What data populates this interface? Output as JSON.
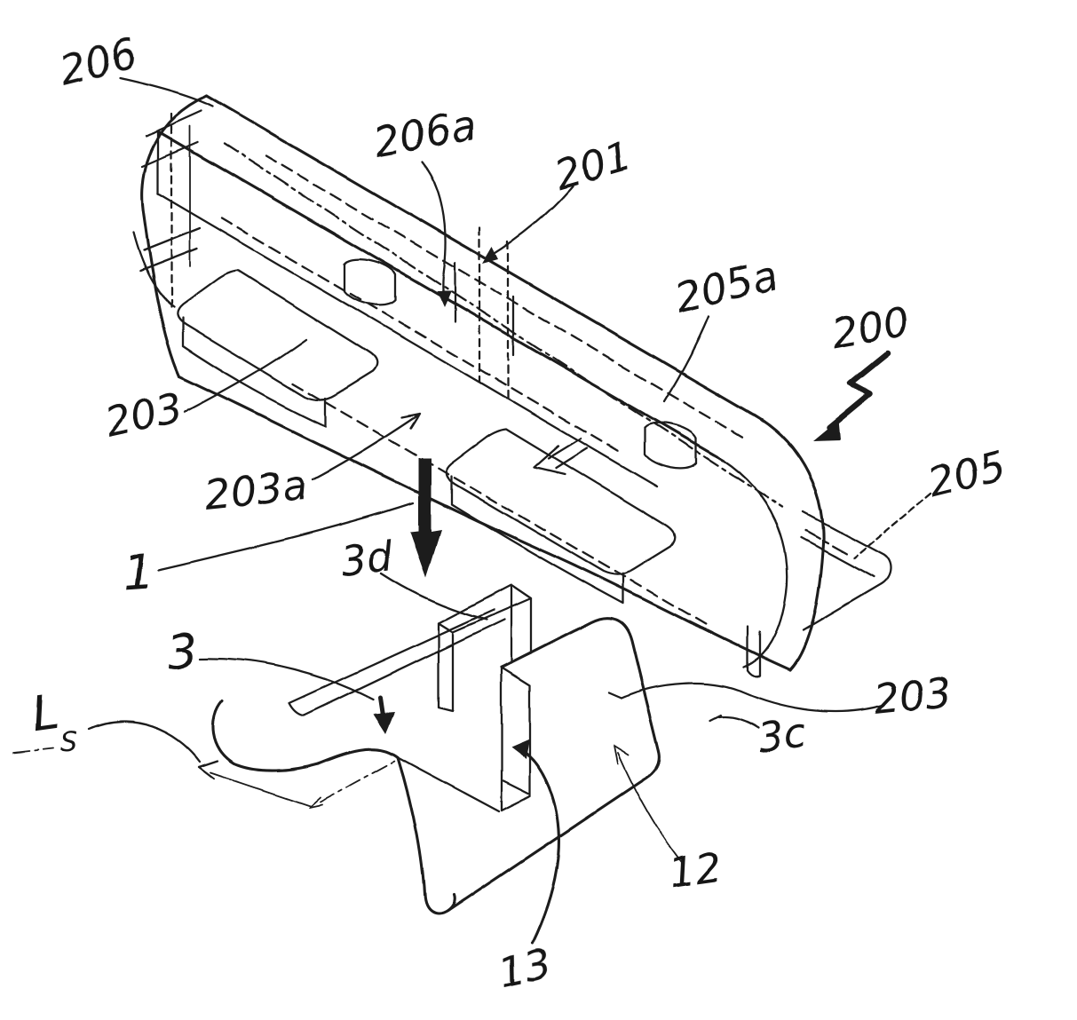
{
  "figure": {
    "background": "#ffffff",
    "ink_color": "#1b1b1b"
  },
  "axis_label": {
    "main": "L",
    "sub": "S"
  },
  "labels": [
    {
      "id": "206",
      "text": "206"
    },
    {
      "id": "206a",
      "text": "206a"
    },
    {
      "id": "201",
      "text": "201"
    },
    {
      "id": "205a",
      "text": "205a"
    },
    {
      "id": "200",
      "text": "200"
    },
    {
      "id": "203-left",
      "text": "203"
    },
    {
      "id": "203a",
      "text": "203a"
    },
    {
      "id": "205",
      "text": "205"
    },
    {
      "id": "3d",
      "text": "3d"
    },
    {
      "id": "1",
      "text": "1"
    },
    {
      "id": "3",
      "text": "3"
    },
    {
      "id": "3c",
      "text": "3c"
    },
    {
      "id": "203-right",
      "text": "203"
    },
    {
      "id": "12",
      "text": "12"
    },
    {
      "id": "13",
      "text": "13"
    }
  ]
}
